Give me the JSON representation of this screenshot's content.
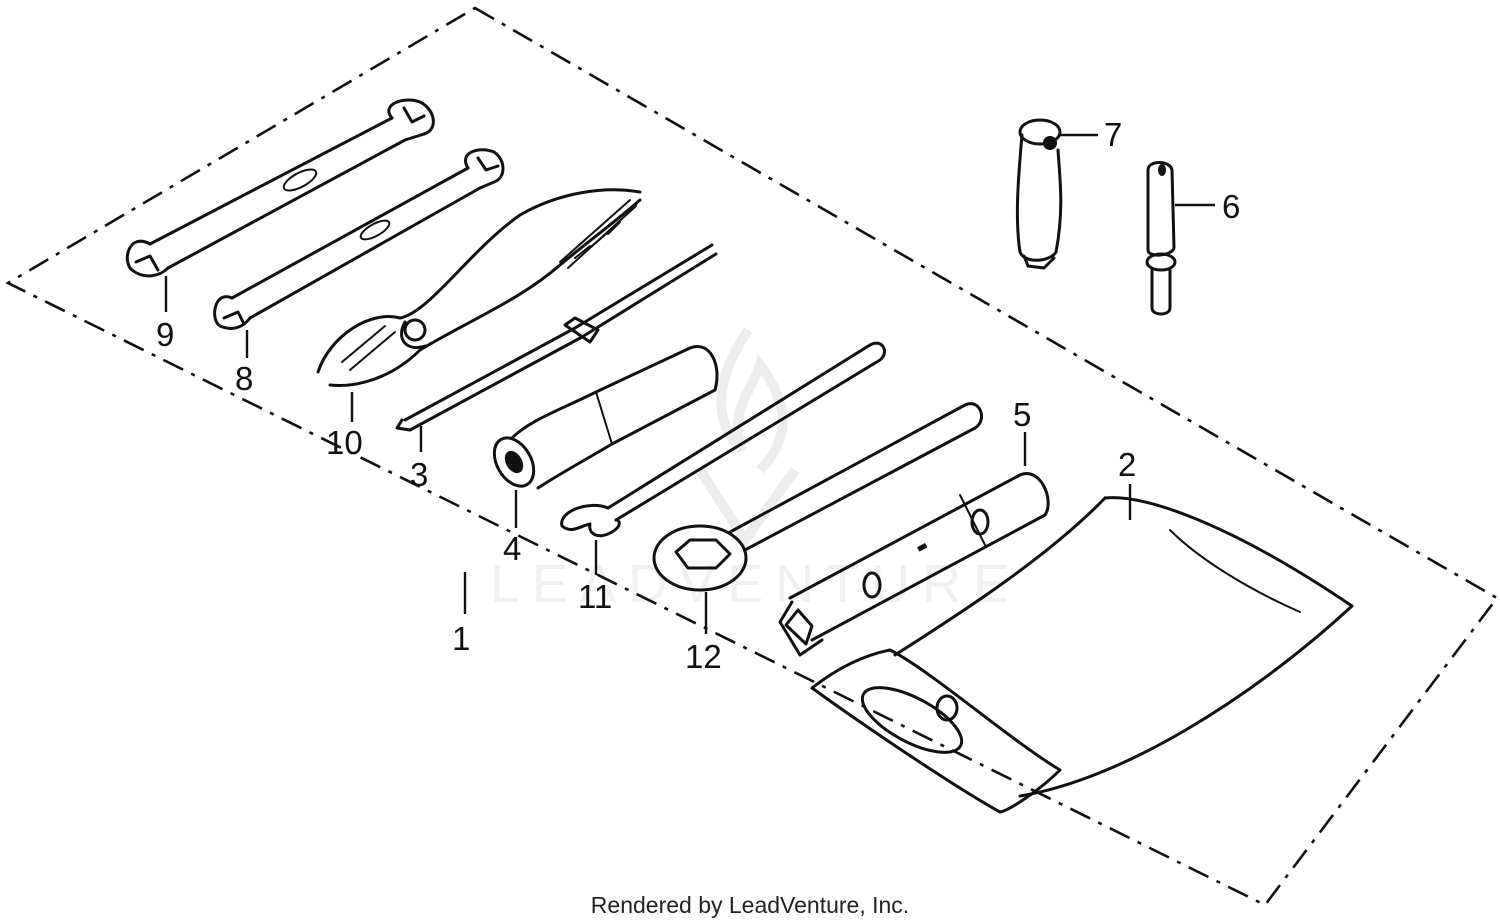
{
  "diagram": {
    "callouts": [
      {
        "id": "1",
        "label": "1"
      },
      {
        "id": "2",
        "label": "2"
      },
      {
        "id": "3",
        "label": "3"
      },
      {
        "id": "4",
        "label": "4"
      },
      {
        "id": "5",
        "label": "5"
      },
      {
        "id": "6",
        "label": "6"
      },
      {
        "id": "7",
        "label": "7"
      },
      {
        "id": "8",
        "label": "8"
      },
      {
        "id": "9",
        "label": "9"
      },
      {
        "id": "10",
        "label": "10"
      },
      {
        "id": "11",
        "label": "11"
      },
      {
        "id": "12",
        "label": "12"
      }
    ],
    "watermark": {
      "text": "LEADVENTURE",
      "icon": "leadventure-flame-logo"
    },
    "footer": "Rendered by LeadVenture, Inc."
  }
}
